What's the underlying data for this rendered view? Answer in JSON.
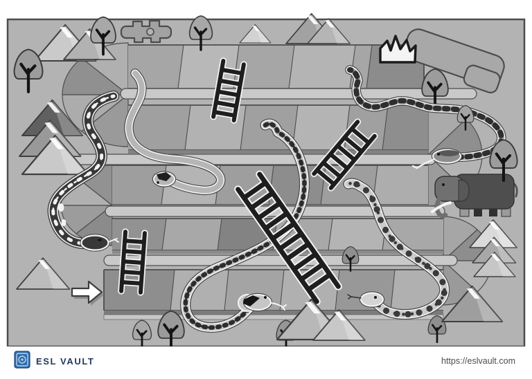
{
  "page": {
    "background": "#ffffff"
  },
  "footer": {
    "brand": "ESL VAULT",
    "url": "https://eslvault.com",
    "logo": "vault-safe-icon"
  },
  "board": {
    "game": "snakes and ladders",
    "style": "grayscale printable game board",
    "rows": 5,
    "path_direction": "start bottom-left, serpentine up to finish top-right",
    "start_marker": "white-arrow-icon",
    "finish_marker": "crown-icon",
    "snake_count": 5,
    "ladder_count": 4,
    "snakes": [
      {
        "name": "dark-spotted-snake",
        "area": "left",
        "look": "dark gray body, white spots, head faces right with tongue"
      },
      {
        "name": "light-loop-snake",
        "area": "center-left",
        "look": "light gray body, loops around, dark patch on head"
      },
      {
        "name": "speckled-snake",
        "area": "center",
        "look": "light body with small dark speckles, hooded head at bottom with tongue"
      },
      {
        "name": "banded-snake",
        "area": "top-right",
        "look": "gray body with dark square bands, head faces left with long tongue"
      },
      {
        "name": "big-spot-snake",
        "area": "bottom-right",
        "look": "light body with large dark round spots, head faces left"
      }
    ],
    "ladders": [
      {
        "name": "ladder-top",
        "area": "top row"
      },
      {
        "name": "ladder-right",
        "area": "rows 2-3 right of center"
      },
      {
        "name": "ladder-long-center",
        "area": "long diagonal rows 3-5"
      },
      {
        "name": "ladder-left-small",
        "area": "rows 4-5 left"
      }
    ],
    "decorations": [
      "trees",
      "mountains",
      "cloud",
      "blank-sign",
      "elephant"
    ]
  },
  "colors": {
    "board_bg": "#b3b3b3",
    "outline": "#4d4d4d",
    "divider": "#c9c9c9",
    "cell_light": "#b6b6b6",
    "cell_dark": "#8d8d8d",
    "ladder": "#1e1e1e",
    "snake_dark": "#383838",
    "snake_light": "#c6c6c6",
    "white": "#ffffff",
    "brand_blue": "#2e6cab",
    "brand_navy": "#21395f",
    "url_gray": "#4c4c4c"
  }
}
